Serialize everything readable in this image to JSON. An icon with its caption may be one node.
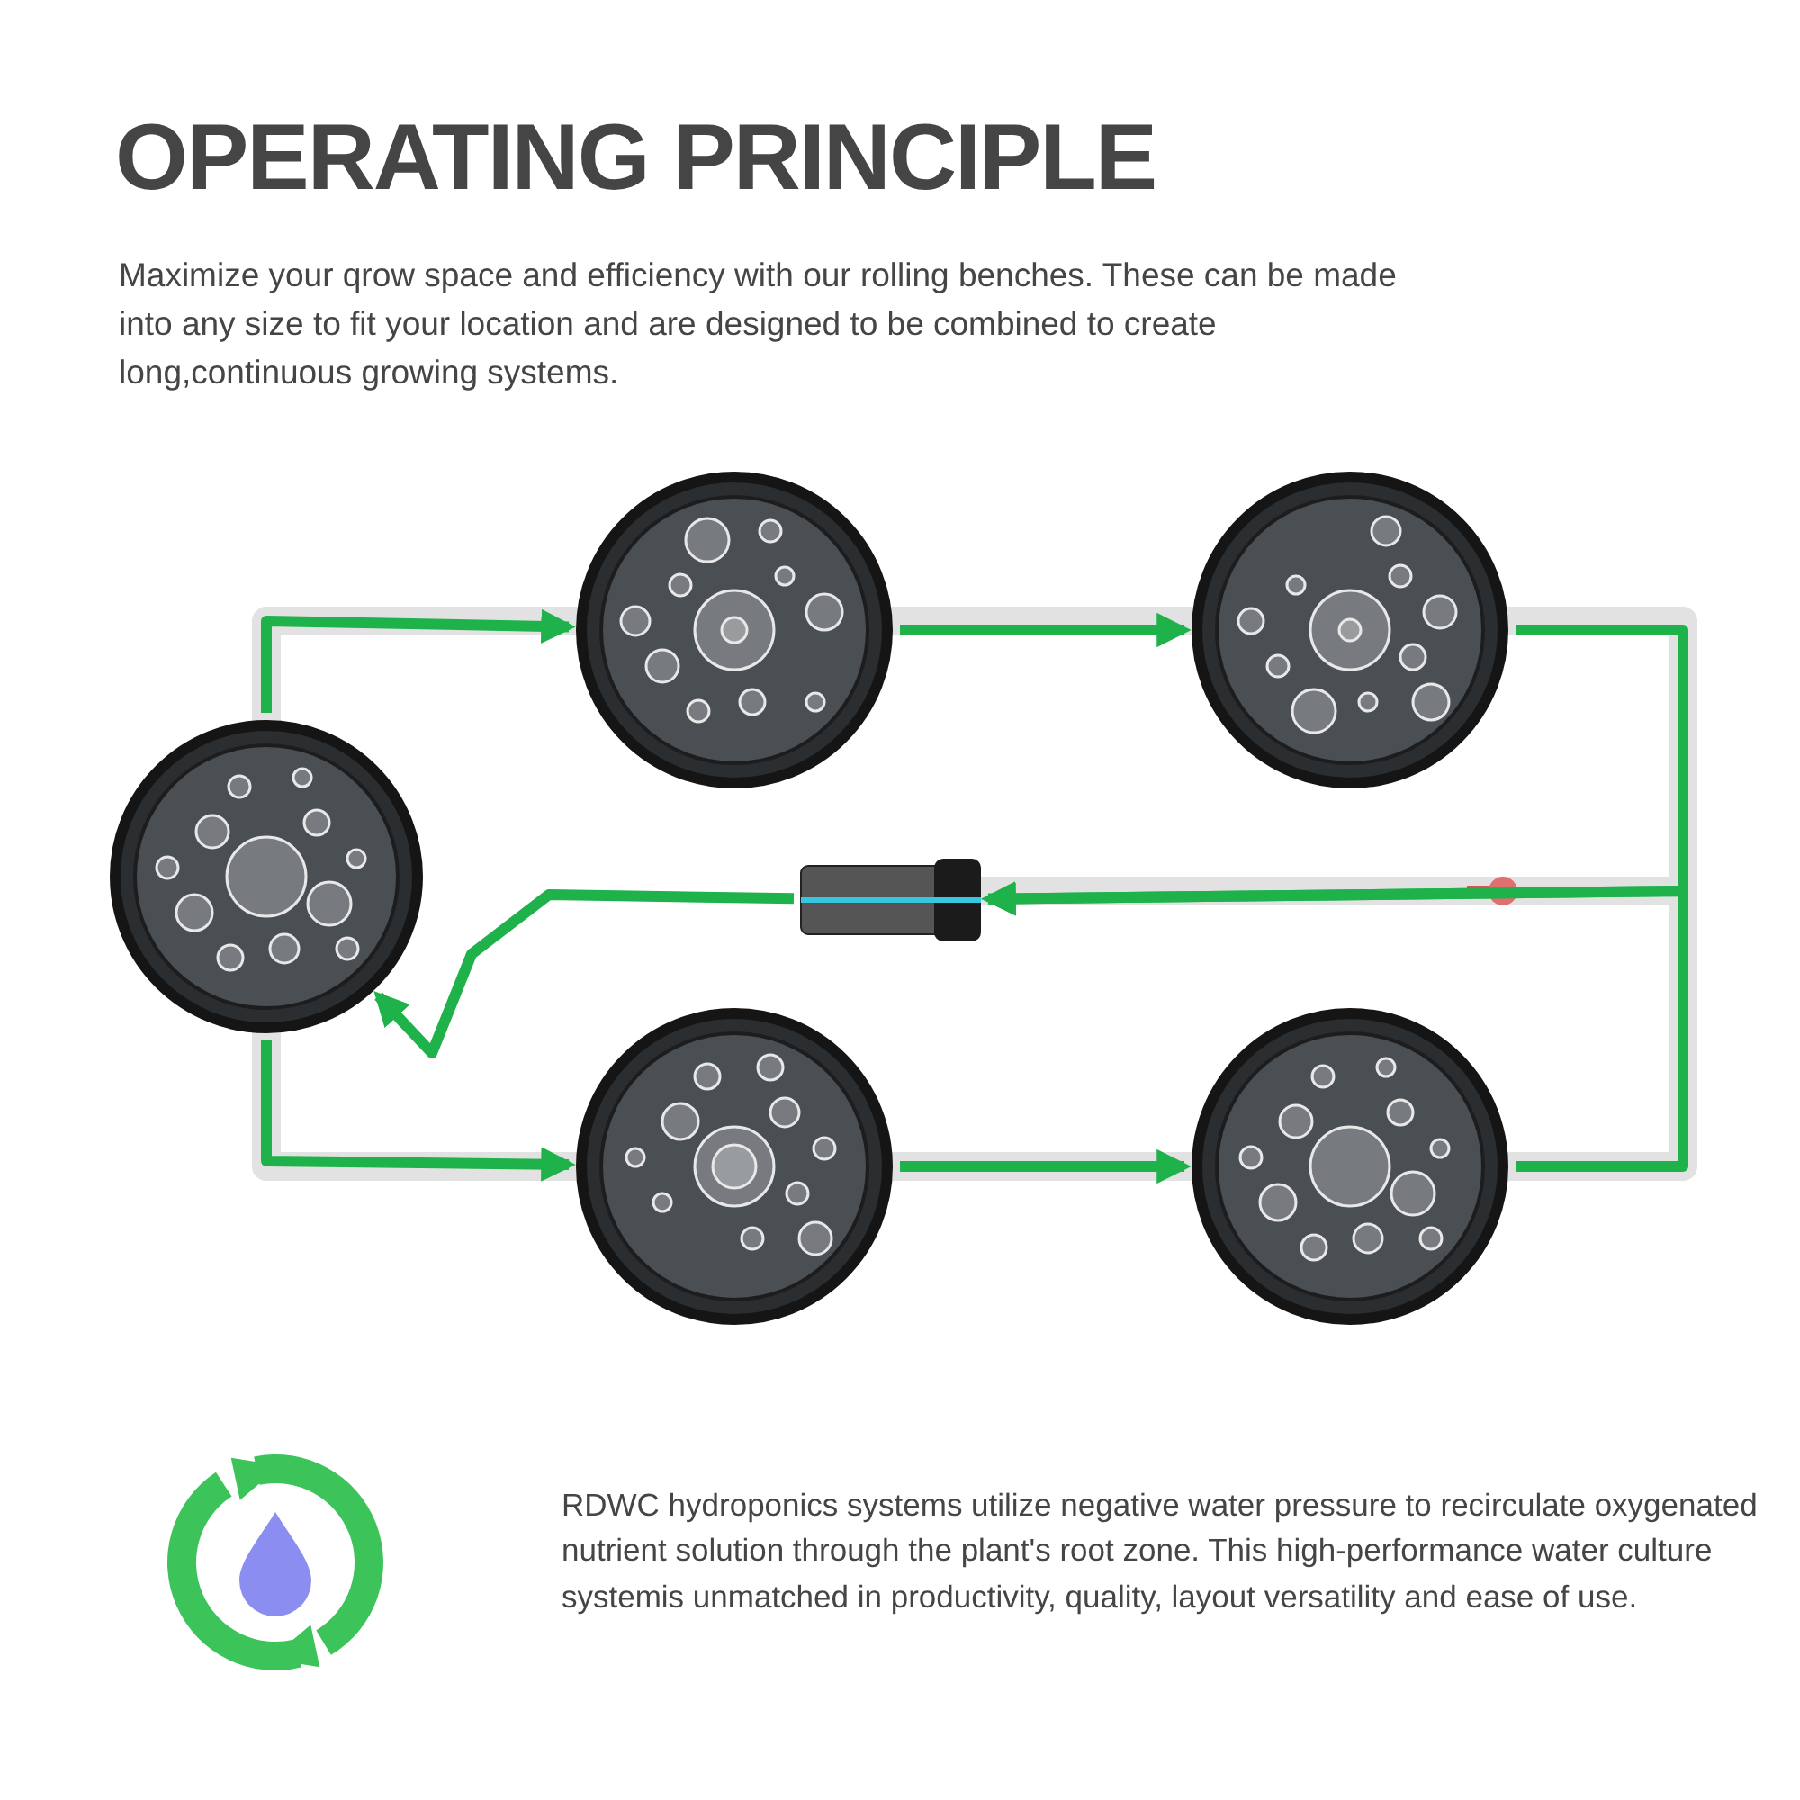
{
  "diagram": {
    "title": "OPERATING PRINCIPLE",
    "nodes": [
      {
        "text": [],
        "shape": "picture"
      },
      {
        "text": [],
        "shape": "picture"
      },
      {
        "text": [],
        "shape": "picture"
      },
      {
        "text": [],
        "shape": "picture"
      },
      {
        "text": [],
        "shape": "picture"
      },
      {
        "text": [],
        "shape": "picture"
      }
    ],
    "edges": [
      {
        "from": 0,
        "to": 1,
        "arrow": "to"
      },
      {
        "from": 1,
        "to": 2,
        "arrow": "to"
      },
      {
        "from": 2,
        "to": 5,
        "arrow": "to"
      },
      {
        "from": 0,
        "to": 3,
        "arrow": "to"
      },
      {
        "from": 3,
        "to": 4,
        "arrow": "to"
      },
      {
        "from": 4,
        "to": 5,
        "arrow": "to"
      },
      {
        "from": 5,
        "to": 0,
        "arrow": "to"
      }
    ],
    "labels": [
      "Maximize your qrow space and efficiency with our rolling benches. These can be made into any size to fit your location and are designed to be combined to create long,continuous growing systems.",
      "RDWC hydroponics systems utilize negative water pressure to recirculate oxygenated nutrient solution through the plant's root zone. This high-performance water culture systemis unmatched in productivity, quality, layout versatility and ease of use."
    ]
  }
}
